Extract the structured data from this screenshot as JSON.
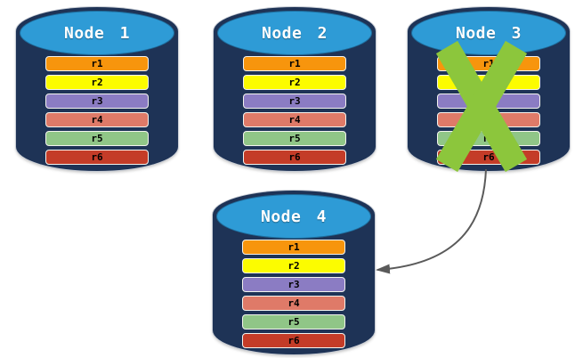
{
  "colors": {
    "cylinder_body": "#1E3356",
    "cylinder_top": "#2E9BD6",
    "failure_x": "#8CC63C",
    "arrow": "#5A5A5A"
  },
  "nodes": [
    {
      "title": "Node 1",
      "failed": false,
      "rows": [
        {
          "label": "r1",
          "color": "#F7950D"
        },
        {
          "label": "r2",
          "color": "#FCFC00"
        },
        {
          "label": "r3",
          "color": "#8B7CC3"
        },
        {
          "label": "r4",
          "color": "#DF7A68"
        },
        {
          "label": "r5",
          "color": "#90C687"
        },
        {
          "label": "r6",
          "color": "#C43C28"
        }
      ]
    },
    {
      "title": "Node 2",
      "failed": false,
      "rows": [
        {
          "label": "r1",
          "color": "#F7950D"
        },
        {
          "label": "r2",
          "color": "#FCFC00"
        },
        {
          "label": "r3",
          "color": "#8B7CC3"
        },
        {
          "label": "r4",
          "color": "#DF7A68"
        },
        {
          "label": "r5",
          "color": "#90C687"
        },
        {
          "label": "r6",
          "color": "#C43C28"
        }
      ]
    },
    {
      "title": "Node 3",
      "failed": true,
      "rows": [
        {
          "label": "r1",
          "color": "#F7950D"
        },
        {
          "label": "r2",
          "color": "#FCFC00"
        },
        {
          "label": "r3",
          "color": "#8B7CC3"
        },
        {
          "label": "r4",
          "color": "#DF7A68"
        },
        {
          "label": "r5",
          "color": "#90C687"
        },
        {
          "label": "r6",
          "color": "#C43C28"
        }
      ]
    },
    {
      "title": "Node 4",
      "failed": false,
      "rows": [
        {
          "label": "r1",
          "color": "#F7950D"
        },
        {
          "label": "r2",
          "color": "#FCFC00"
        },
        {
          "label": "r3",
          "color": "#8B7CC3"
        },
        {
          "label": "r4",
          "color": "#DF7A68"
        },
        {
          "label": "r5",
          "color": "#90C687"
        },
        {
          "label": "r6",
          "color": "#C43C28"
        }
      ]
    }
  ],
  "annotations": {
    "failure": {
      "node": "Node 3"
    },
    "arrow": {
      "from": "Node 3",
      "to": "Node 4"
    }
  }
}
